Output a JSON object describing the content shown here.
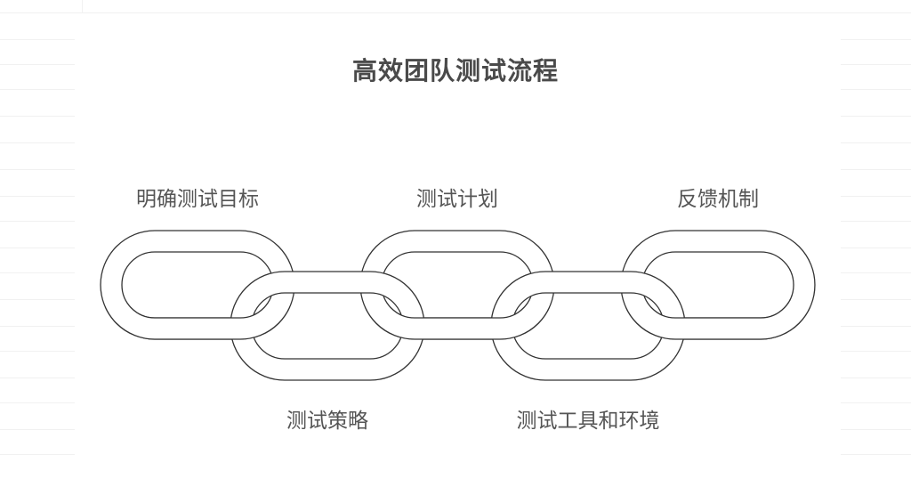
{
  "title": "高效团队测试流程",
  "steps": {
    "top": [
      {
        "label": "明确测试目标"
      },
      {
        "label": "测试计划"
      },
      {
        "label": "反馈机制"
      }
    ],
    "bottom": [
      {
        "label": "测试策略"
      },
      {
        "label": "测试工具和环境"
      }
    ]
  },
  "colors": {
    "title": "#4a4a4a",
    "label": "#555555",
    "link_stroke": "#333333",
    "link_fill": "#ffffff"
  }
}
